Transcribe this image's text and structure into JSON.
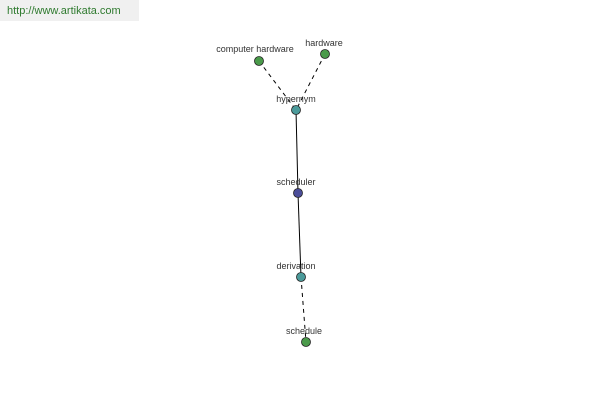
{
  "watermark": {
    "url": "http://www.artikata.com"
  },
  "colors": {
    "center_node": "#4b4d99",
    "relation_node": "#4b9a9a",
    "leaf_node": "#4a9a4a",
    "edge": "#000000",
    "url_text": "#2f7a2f"
  },
  "graph": {
    "nodes": [
      {
        "id": "computer-hardware",
        "label": "computer hardware",
        "kind": "leaf"
      },
      {
        "id": "hardware",
        "label": "hardware",
        "kind": "leaf"
      },
      {
        "id": "hypernym",
        "label": "hypernym",
        "kind": "relation"
      },
      {
        "id": "scheduler",
        "label": "scheduler",
        "kind": "center"
      },
      {
        "id": "derivation",
        "label": "derivation",
        "kind": "relation"
      },
      {
        "id": "schedule",
        "label": "schedule",
        "kind": "leaf"
      }
    ],
    "edges": [
      {
        "from": "computer-hardware",
        "to": "hypernym",
        "style": "dashed"
      },
      {
        "from": "hardware",
        "to": "hypernym",
        "style": "dashed"
      },
      {
        "from": "hypernym",
        "to": "scheduler",
        "style": "solid"
      },
      {
        "from": "scheduler",
        "to": "derivation",
        "style": "solid"
      },
      {
        "from": "derivation",
        "to": "schedule",
        "style": "dashed"
      }
    ]
  }
}
